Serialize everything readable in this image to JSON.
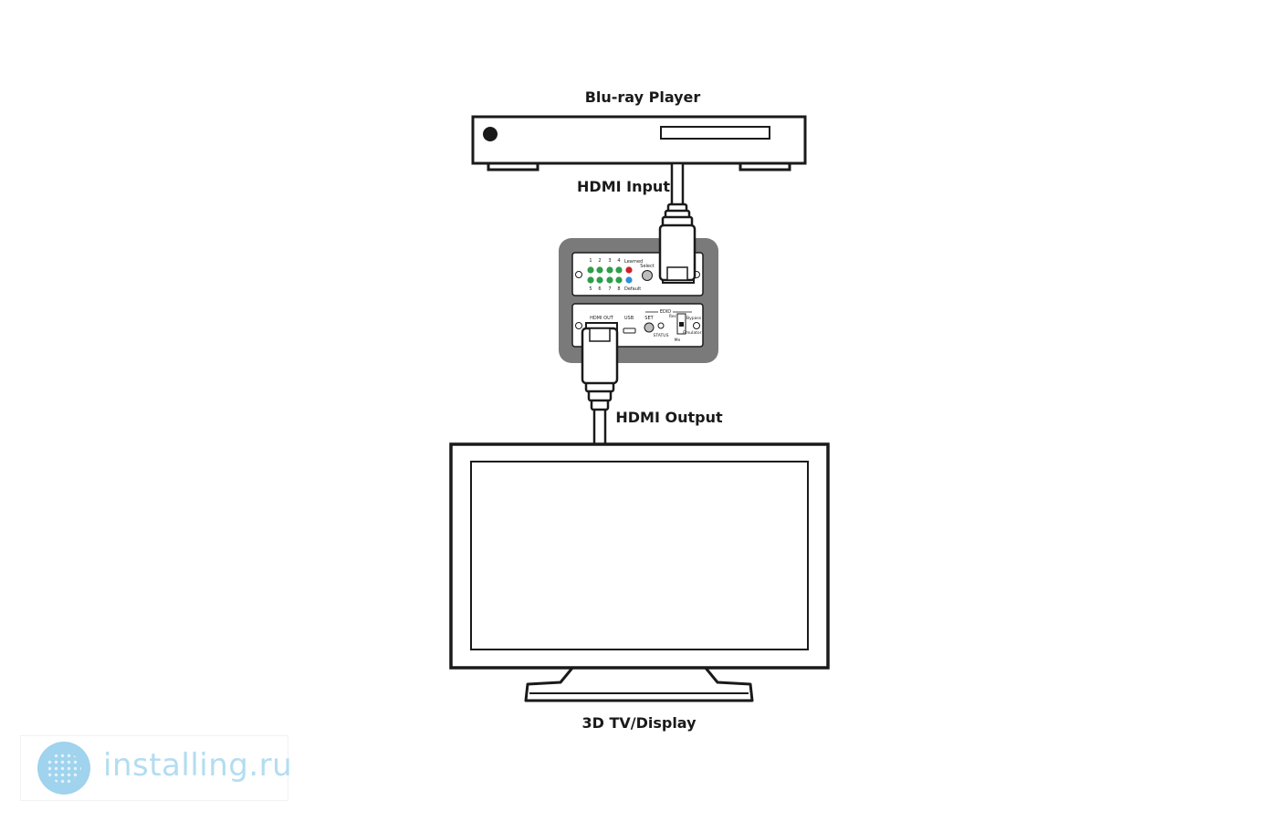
{
  "labels": {
    "source": "Blu-ray Player",
    "input": "HDMI Input",
    "output": "HDMI Output",
    "display": "3D TV/Display"
  },
  "device": {
    "led_top": [
      "1",
      "2",
      "3",
      "4"
    ],
    "led_bottom": [
      "5",
      "6",
      "7",
      "8"
    ],
    "learned": "Learned",
    "default": "Default",
    "select": "Select",
    "hdmi_out": "HDMI OUT",
    "usb": "USB",
    "edid": "EDID",
    "set": "SET",
    "status": "STATUS",
    "rec": "Rec",
    "bypass": "Bypass",
    "emulator": "Emulator",
    "me": "Me"
  },
  "watermark": {
    "text": "installing.ru"
  },
  "colors": {
    "line": "#1a1a1a",
    "device_body": "#7a7a7a",
    "led_green": "#2e9e4a",
    "led_red": "#d0202a",
    "led_blue": "#2f8fd8",
    "watermark": "#b3ddf0"
  }
}
